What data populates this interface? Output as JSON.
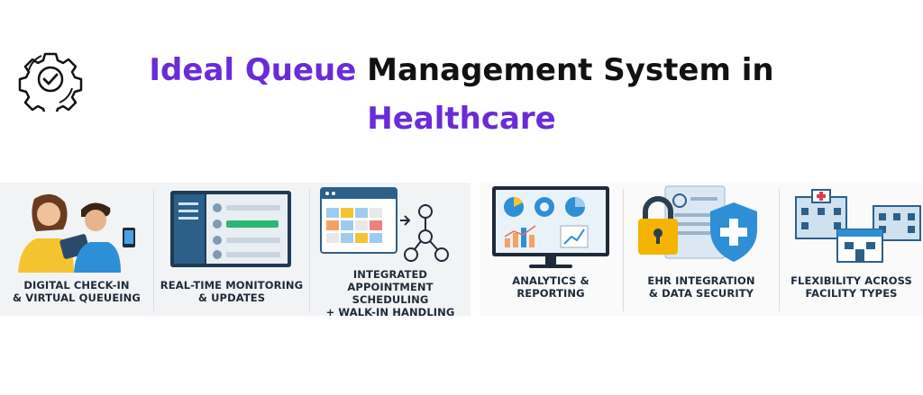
{
  "header": {
    "title_part1": "Ideal Queue",
    "title_part2": " Management System in",
    "title_line2": "Healthcare",
    "accent_color": "#6a2bd9",
    "icon": "gear-check-icon"
  },
  "features": [
    {
      "line1": "DIGITAL CHECK-IN",
      "line2": "& VIRTUAL QUEUEING",
      "icon": "people-tablet-illustration"
    },
    {
      "line1": "REAL-TIME MONITORING",
      "line2": "& UPDATES",
      "icon": "dashboard-illustration"
    },
    {
      "line1": "INTEGRATED",
      "line2": "APPOINTMENT SCHEDULING",
      "line3": "+ WALK-IN HANDLING",
      "icon": "calendar-network-illustration"
    },
    {
      "line1": "ANALYTICS &",
      "line2": "REPORTING",
      "icon": "analytics-monitor-illustration"
    },
    {
      "line1": "EHR INTEGRATION",
      "line2": "& DATA SECURITY",
      "icon": "lock-shield-illustration"
    },
    {
      "line1": "FLEXIBILITY ACROSS",
      "line2": "FACILITY TYPES",
      "icon": "hospital-buildings-illustration"
    }
  ]
}
